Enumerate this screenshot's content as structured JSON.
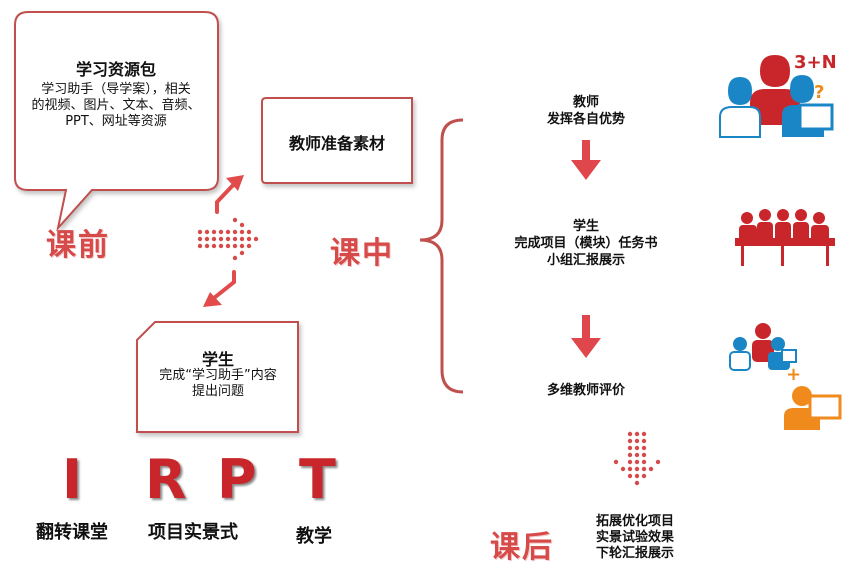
{
  "before_class": {
    "resource_title": "学习资源包",
    "resource_lines": [
      "学习助手（导学案），相关",
      "的视频、图片、文本、音频、",
      "PPT、网址等资源"
    ],
    "teacher_box": "教师准备素材",
    "phase_label": "课前",
    "student_title": "学生",
    "student_lines": [
      "完成“学习助手”内容",
      "提出问题"
    ]
  },
  "in_class": {
    "phase_label": "课中",
    "step1_lines": [
      "教师",
      "发挥各自优势"
    ],
    "step2_lines": [
      "学生",
      "完成项目（模块）任务书",
      "小组汇报展示"
    ],
    "step3_lines": [
      "多维教师评价"
    ],
    "badge": "3+N",
    "question_mark": "?",
    "plus_sign": "+"
  },
  "after_class": {
    "phase_label": "课后",
    "lines": [
      "拓展优化项目",
      "实景试验效果",
      "下轮汇报展示"
    ]
  },
  "irpt": {
    "letters": [
      "I",
      "R",
      "P",
      "T"
    ],
    "labels": [
      "翻转课堂",
      "项目实景式",
      "教学"
    ]
  },
  "colors": {
    "accent": "#c8262a",
    "phase": "#d64a4a",
    "blue": "#1a86c6",
    "orange": "#f08a1c"
  }
}
